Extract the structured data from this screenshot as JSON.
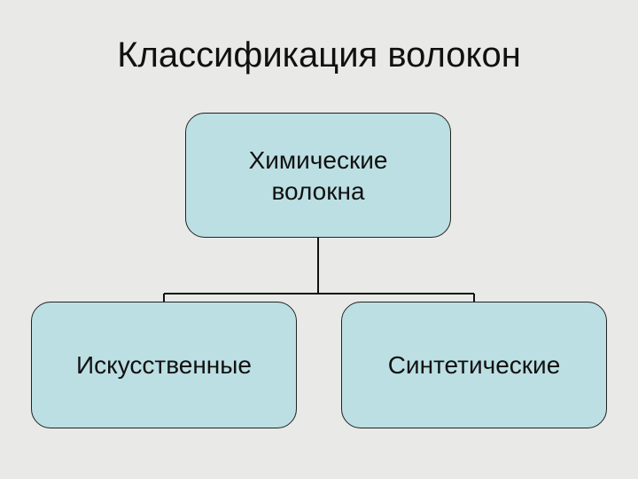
{
  "slide": {
    "title": "Классификация волокон"
  },
  "diagram": {
    "root": {
      "label": "Химические волокна"
    },
    "children": [
      {
        "label": "Искусственные"
      },
      {
        "label": "Синтетические"
      }
    ],
    "colors": {
      "background": "#e9e9e7",
      "node_fill": "#bcdfe3",
      "node_border": "#222222",
      "text": "#111111"
    }
  }
}
